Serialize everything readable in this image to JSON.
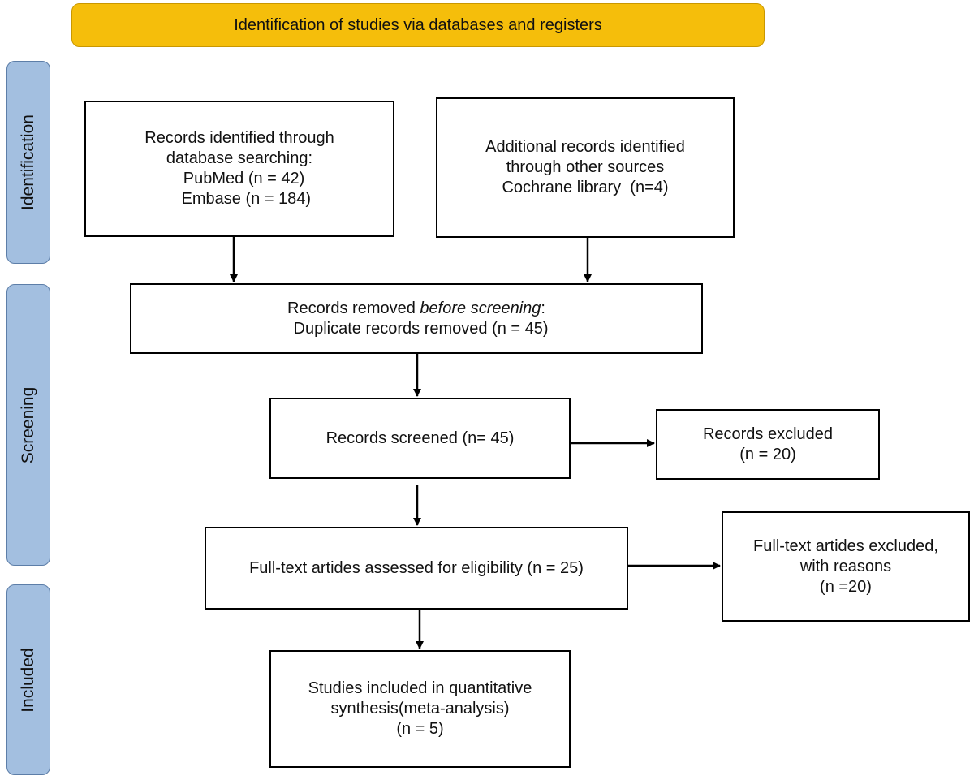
{
  "header": {
    "title": "Identification of studies via databases and registers"
  },
  "phases": {
    "identification": "Identification",
    "screening": "Screening",
    "included": "Included"
  },
  "boxes": {
    "database_records": {
      "lines": [
        "Records identified through",
        "database searching:",
        "  PubMed (n = 42)",
        "   Embase (n = 184)"
      ]
    },
    "other_sources": {
      "lines": [
        "Additional records identified",
        "through other sources",
        "Cochrane library  (n=4)"
      ]
    },
    "removed_before_screening": {
      "line1_prefix": "Records removed ",
      "line1_italic": "before screening",
      "line1_suffix": ":",
      "line2": "  Duplicate records removed (n = 45)"
    },
    "records_screened": {
      "lines": [
        "Records screened (n= 45)"
      ]
    },
    "records_excluded": {
      "lines": [
        "Records excluded",
        "(n = 20)"
      ]
    },
    "fulltext_assessed": {
      "lines": [
        "Full-text artides assessed for eligibility (n = 25)"
      ]
    },
    "fulltext_excluded": {
      "lines": [
        "Full-text artides excluded,",
        "with reasons",
        "(n =20)"
      ]
    },
    "studies_included": {
      "lines": [
        "Studies included in quantitative",
        "synthesis(meta-analysis)",
        "(n = 5)"
      ]
    }
  }
}
